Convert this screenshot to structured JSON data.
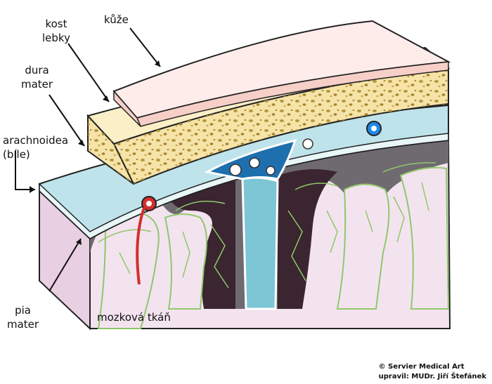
{
  "labels": {
    "kost_line1": "kost",
    "kost_line2": "lebky",
    "kuze": "kůže",
    "dura_line1": "dura",
    "dura_line2": "mater",
    "arach_line1": "arachnoidea",
    "arach_line2": "(bíle)",
    "pia_line1": "pia",
    "pia_line2": "mater",
    "tkan": "mozková tkáň"
  },
  "credits": {
    "line1": "© Servier Medical Art",
    "line2": "upravil: MUDr. Jiří Štefánek"
  },
  "colors": {
    "skin": "#fde4e0",
    "bone": "#f6e3a8",
    "bone_pores": "#b8963c",
    "dura": "#bfe3ea",
    "csf": "#7cc6d6",
    "sinus": "#1e6fae",
    "sulcus": "#3a2530",
    "vessels": "#8fc86a",
    "brain": "#f3e3ef",
    "artery": "#d32f2f",
    "vein": "#1e88e5"
  }
}
